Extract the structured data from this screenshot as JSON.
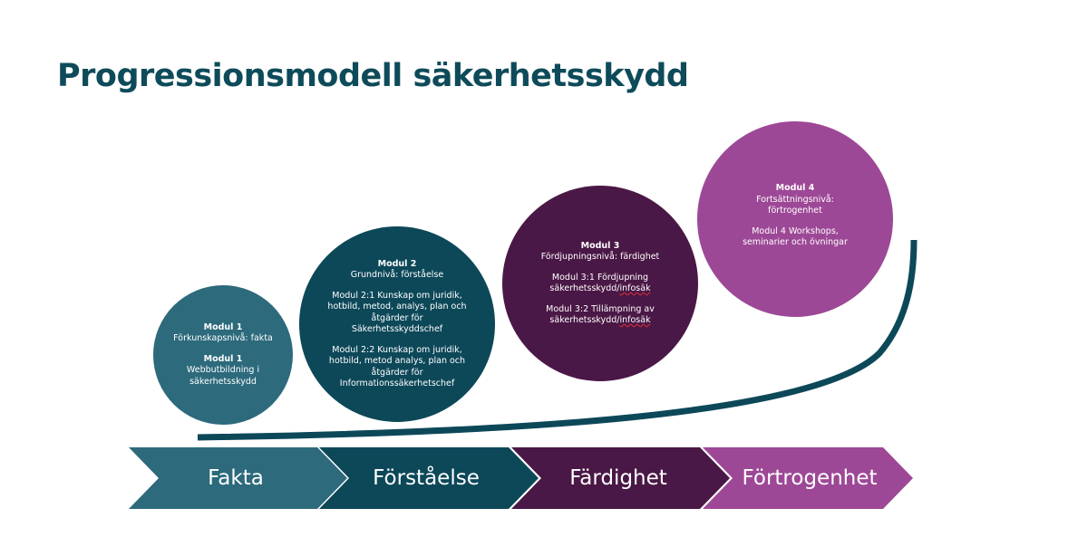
{
  "title": "Progressionsmodell säkerhetsskydd",
  "colors": {
    "title": "#0e4b5a",
    "fakta": "#2c6a7c",
    "forstaelse": "#0d4859",
    "fardighet": "#4a1846",
    "fortrogenhet": "#9d4896",
    "curve": "#0d4859"
  },
  "modules": [
    {
      "heading": "Modul 1",
      "level": "Förkunskapsnivå: fakta",
      "sub_heading": "Modul 1",
      "sub_text": "Webbutbildning i säkerhetsskydd"
    },
    {
      "heading": "Modul 2",
      "level": "Grundnivå: förståelse",
      "items": [
        "Modul 2:1 Kunskap om juridik, hotbild, metod, analys, plan och åtgärder för Säkerhetsskyddschef",
        "Modul 2:2 Kunskap om juridik, hotbild, metod analys, plan och åtgärder för Informationssäkerhetschef"
      ]
    },
    {
      "heading": "Modul 3",
      "level": "Fördjupningsnivå: färdighet",
      "item1_text": "Modul 3:1 Fördjupning säkerhetsskydd/",
      "item1_marked": "infosäk",
      "item2_text": "Modul 3:2 Tillämpning av säkerhetsskydd/",
      "item2_marked": "infosäk"
    },
    {
      "heading": "Modul 4",
      "level": "Fortsättningsnivå: förtrogenhet",
      "items": [
        "Modul 4 Workshops, seminarier och övningar"
      ]
    }
  ],
  "stages": [
    "Fakta",
    "Förståelse",
    "Färdighet",
    "Förtrogenhet"
  ]
}
